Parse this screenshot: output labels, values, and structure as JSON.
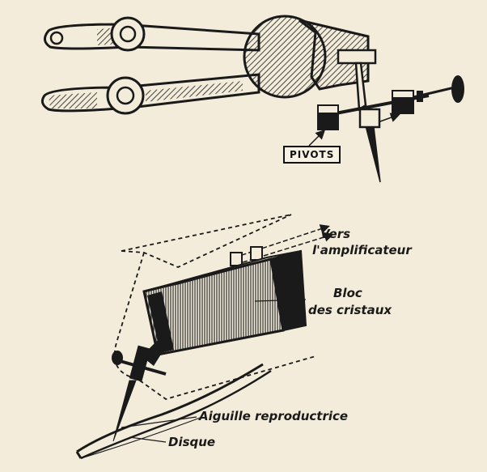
{
  "labels": {
    "pivots": "PIVOTS",
    "vers": "Vers",
    "amplificateur": "l'amplificateur",
    "bloc": "Bloc",
    "des_cristaux": "des cristaux",
    "aiguille": "Aiguille reproductrice",
    "disque": "Disque"
  },
  "colors": {
    "paper": "#f3ecdb",
    "ink": "#1a1a1a"
  }
}
